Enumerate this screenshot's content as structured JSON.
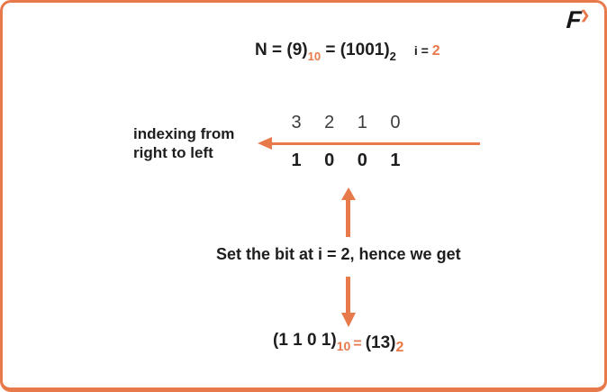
{
  "colors": {
    "accent": "#E8794A",
    "ink": "#1E1E1E",
    "index_ink": "#3C3C3C",
    "background": "#FFFFFF"
  },
  "logo": {
    "letter": "F",
    "chevron": "❯"
  },
  "equation": {
    "decimal_part": "N = (9)",
    "decimal_base": "10",
    "equals": " = ",
    "binary_part": "(1001)",
    "binary_base": "2",
    "index_label": "i = ",
    "index_value": "2"
  },
  "indexing_label": {
    "line1": "indexing from",
    "line2": "right to left"
  },
  "bit_table": {
    "indices": [
      "3",
      "2",
      "1",
      "0"
    ],
    "bits": [
      "1",
      "0",
      "0",
      "1"
    ]
  },
  "step_text": "Set the bit at i = 2, hence we get",
  "result": {
    "left_value": "(1 1 0 1)",
    "left_sub": "10",
    "equals": "=",
    "right_value": "(13)",
    "right_sub": "2"
  }
}
